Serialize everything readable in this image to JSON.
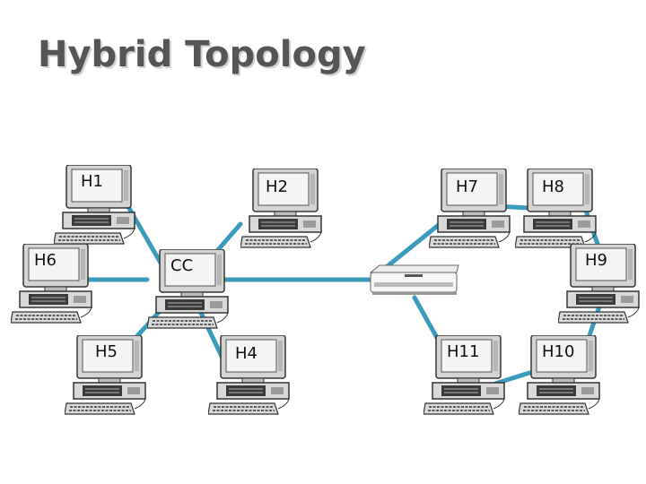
{
  "title": "Hybrid Topology",
  "colors": {
    "link": "#3a9cbc",
    "title": "#555555",
    "device_body": "#d9d9d9",
    "device_dark": "#3a3a3a",
    "screen": "#f4f4f4"
  },
  "nodes": {
    "h1": {
      "label": "H1"
    },
    "h2": {
      "label": "H2"
    },
    "h4": {
      "label": "H4"
    },
    "h5": {
      "label": "H5"
    },
    "h6": {
      "label": "H6"
    },
    "cc": {
      "label": "CC"
    },
    "h7": {
      "label": "H7"
    },
    "h8": {
      "label": "H8"
    },
    "h9": {
      "label": "H9"
    },
    "h10": {
      "label": "H10"
    },
    "h11": {
      "label": "H11"
    }
  },
  "switch": {
    "icon": "network-switch-icon"
  },
  "links": [
    [
      "h1",
      "cc"
    ],
    [
      "h2",
      "cc"
    ],
    [
      "h6",
      "cc"
    ],
    [
      "h5",
      "cc"
    ],
    [
      "h4",
      "cc"
    ],
    [
      "cc",
      "switch"
    ],
    [
      "switch",
      "h7"
    ],
    [
      "switch",
      "h11"
    ],
    [
      "h7",
      "h8"
    ],
    [
      "h8",
      "h9"
    ],
    [
      "h9",
      "h10"
    ],
    [
      "h10",
      "h11"
    ]
  ]
}
